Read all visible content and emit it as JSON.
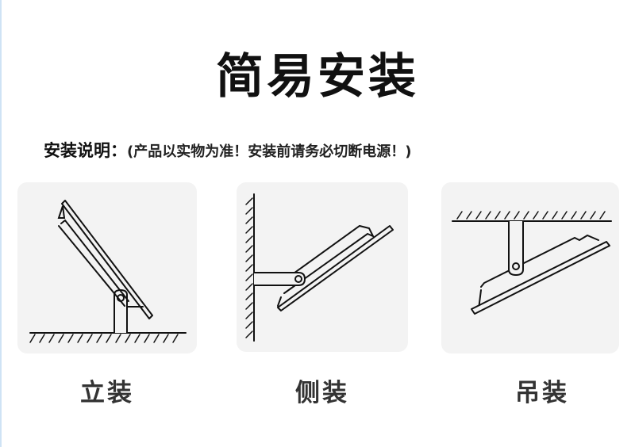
{
  "title": "简易安装",
  "note": {
    "label": "安装说明：",
    "detail": "(产品以实物为准！安装前请务必切断电源！)"
  },
  "methods": [
    {
      "label": "立装",
      "icon": "ground-mount-icon"
    },
    {
      "label": "侧装",
      "icon": "wall-mount-icon"
    },
    {
      "label": "吊装",
      "icon": "ceiling-mount-icon"
    }
  ]
}
